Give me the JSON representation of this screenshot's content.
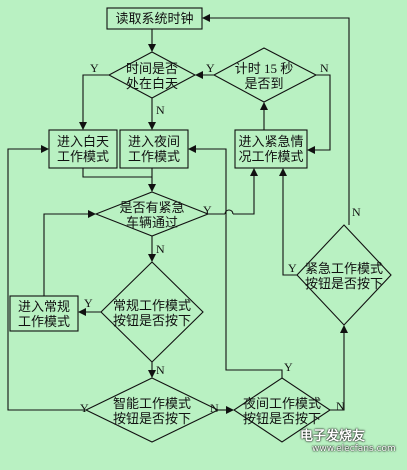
{
  "nodes": {
    "read_clock": "读取系统时钟",
    "is_daytime": [
      "时间是否",
      "处在白天"
    ],
    "timer_15s": [
      "计时 15 秒",
      "是否到"
    ],
    "enter_day": [
      "进入白天",
      "工作模式"
    ],
    "enter_night": [
      "进入夜间",
      "工作模式"
    ],
    "enter_emergency": [
      "进入紧急情",
      "况工作模式"
    ],
    "emergency_vehicle": [
      "是否有紧急",
      "车辆通过"
    ],
    "enter_normal": [
      "进入常规",
      "工作模式"
    ],
    "normal_button": [
      "常规工作模式",
      "按钮是否按下"
    ],
    "emergency_button": [
      "紧急工作模式",
      "按钮是否按下"
    ],
    "smart_button": [
      "智能工作模式",
      "按钮是否按下"
    ],
    "night_button": [
      "夜间工作模式",
      "按钮是否按下"
    ]
  },
  "labels": {
    "yes": "Y",
    "no": "N"
  },
  "watermark": {
    "main": "电子发烧友",
    "url": "www.elecfans.com"
  },
  "colors": {
    "background": "#b9f1c2",
    "line": "#111111"
  }
}
